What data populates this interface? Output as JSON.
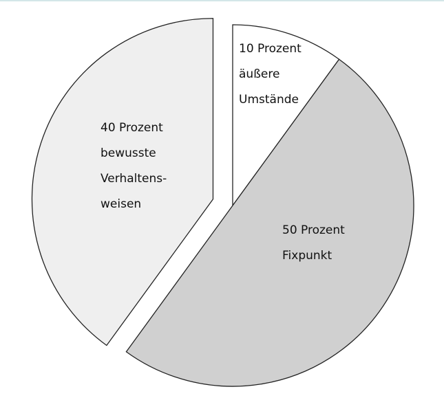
{
  "chart_data": {
    "type": "pie",
    "title": "",
    "slices": [
      {
        "label_lines": [
          "10 Prozent",
          "äußere",
          "Umstände"
        ],
        "value": 10,
        "color": "#ffffff",
        "exploded": false
      },
      {
        "label_lines": [
          "50 Prozent",
          "Fixpunkt"
        ],
        "value": 50,
        "color": "#d0d0d0",
        "exploded": false
      },
      {
        "label_lines": [
          "40 Prozent",
          "bewusste",
          "Verhaltens-",
          "weisen"
        ],
        "value": 40,
        "color": "#efefef",
        "exploded": true
      }
    ],
    "start_angle_deg": 0,
    "direction": "clockwise",
    "legend": "none"
  }
}
